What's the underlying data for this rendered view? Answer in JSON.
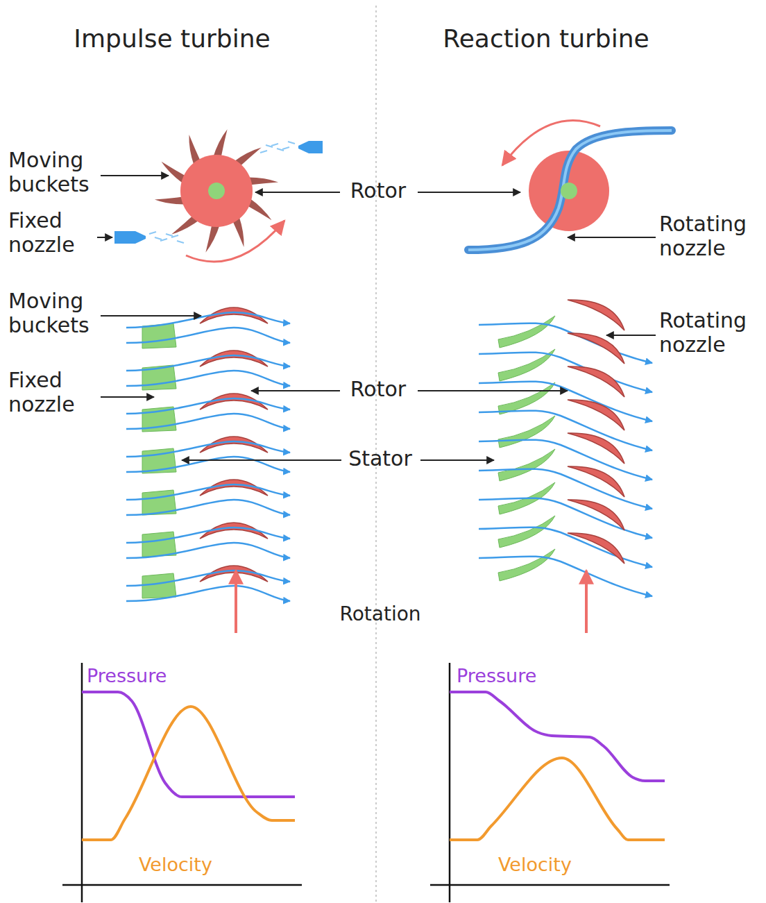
{
  "diagram": {
    "labels": [
      "Impulse turbine",
      "Reaction turbine",
      "Moving buckets",
      "Rotor",
      "Fixed nozzle",
      "Rotating nozzle",
      "Moving buckets",
      "Rotating nozzle",
      "Fixed nozzle",
      "Rotor",
      "Stator",
      "Rotation",
      "Pressure",
      "Pressure",
      "Velocity",
      "Velocity"
    ]
  }
}
